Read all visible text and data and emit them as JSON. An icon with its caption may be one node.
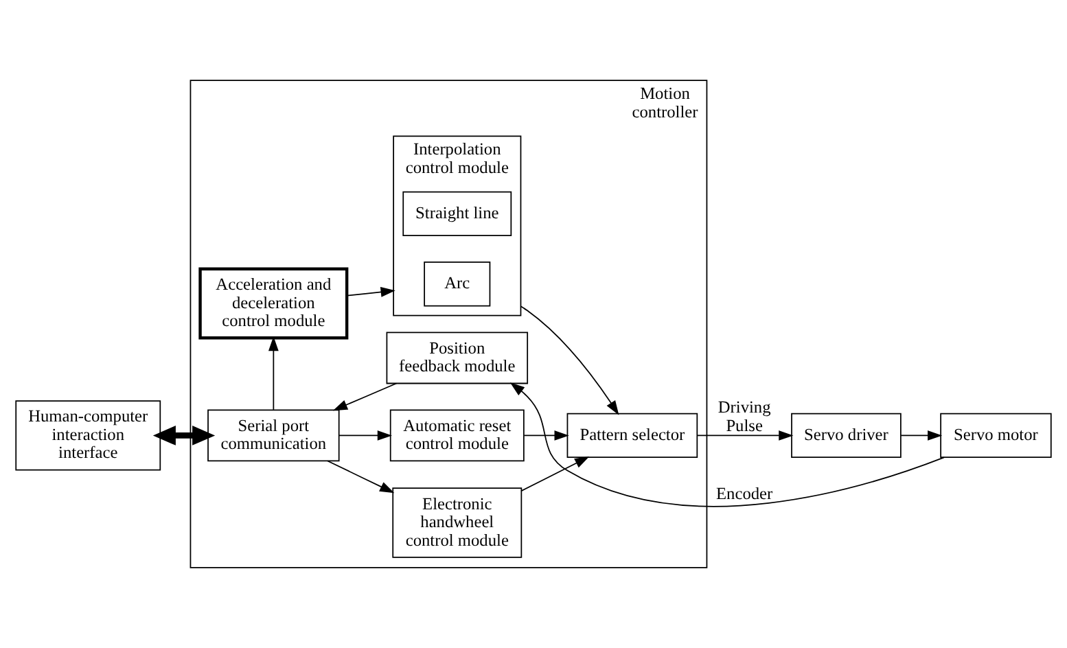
{
  "diagram": {
    "nodes": [
      {
        "text": [
          "Human-computer interaction interface"
        ]
      },
      {
        "text": [
          "Motion controller"
        ]
      },
      {
        "text": [
          "Acceleration and deceleration control module"
        ],
        "in": 1
      },
      {
        "text": [
          "Interpolation control module"
        ],
        "in": 1
      },
      {
        "text": [
          "Straight line"
        ],
        "in": 3
      },
      {
        "text": [
          "Arc"
        ],
        "in": 3
      },
      {
        "text": [
          "Serial port communication"
        ],
        "in": 1
      },
      {
        "text": [
          "Electronic handwheel control module"
        ],
        "in": 1
      },
      {
        "text": [
          "Automatic reset control module"
        ],
        "in": 1
      },
      {
        "text": [
          "Pattern selector"
        ],
        "in": 1
      },
      {
        "text": [
          "Position feedback module"
        ],
        "in": 1
      },
      {
        "text": [
          "Servo driver"
        ]
      },
      {
        "text": [
          "Servo motor"
        ]
      }
    ],
    "edges": [
      {
        "from": 0,
        "to": 6,
        "arrow": "both",
        "style": "thick"
      },
      {
        "from": 6,
        "to": 2,
        "arrow": "to"
      },
      {
        "from": 2,
        "to": 3,
        "arrow": "to"
      },
      {
        "from": 3,
        "to": 9,
        "arrow": "to"
      },
      {
        "from": 6,
        "to": 7,
        "arrow": "to"
      },
      {
        "from": 6,
        "to": 8,
        "arrow": "to"
      },
      {
        "from": 7,
        "to": 9,
        "arrow": "to"
      },
      {
        "from": 8,
        "to": 9,
        "arrow": "to"
      },
      {
        "from": 9,
        "to": 11,
        "arrow": "to",
        "label": "Driving Pulse"
      },
      {
        "from": 11,
        "to": 12,
        "arrow": "to"
      },
      {
        "from": 12,
        "to": 10,
        "arrow": "to",
        "label": "Encoder"
      },
      {
        "from": 10,
        "to": 6,
        "arrow": "to"
      }
    ]
  }
}
